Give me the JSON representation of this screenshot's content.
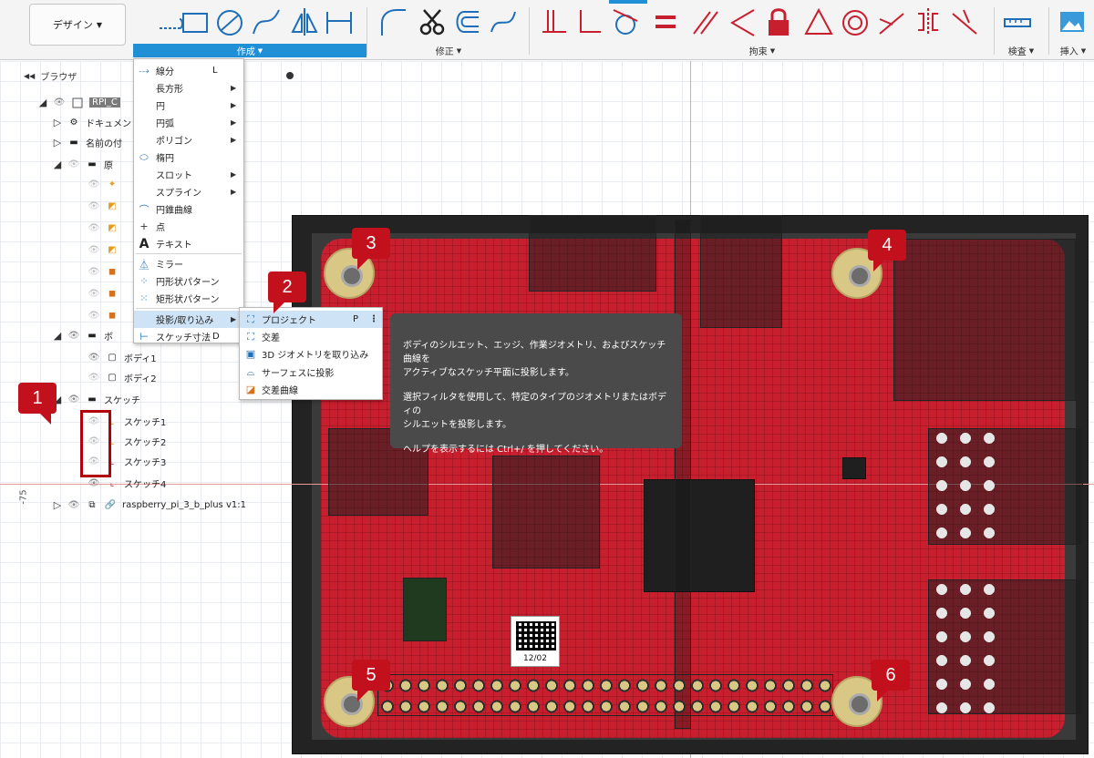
{
  "toolbar": {
    "design_label": "デザイン",
    "groups": {
      "create": "作成",
      "modify": "修正",
      "constraints": "拘束",
      "inspect": "検査",
      "insert": "挿入"
    },
    "accent_color": "#1f8fd6"
  },
  "create_menu": {
    "items": [
      {
        "label": "線分",
        "key": "L",
        "icon": "line-icon"
      },
      {
        "label": "長方形",
        "submenu": true,
        "icon": ""
      },
      {
        "label": "円",
        "submenu": true,
        "icon": ""
      },
      {
        "label": "円弧",
        "submenu": true,
        "icon": ""
      },
      {
        "label": "ポリゴン",
        "submenu": true,
        "icon": ""
      },
      {
        "label": "楕円",
        "icon": "ellipse-icon"
      },
      {
        "label": "スロット",
        "submenu": true,
        "icon": ""
      },
      {
        "label": "スプライン",
        "submenu": true,
        "icon": ""
      },
      {
        "label": "円錐曲線",
        "icon": "conic-icon"
      },
      {
        "label": "点",
        "icon": "point-icon"
      },
      {
        "label": "テキスト",
        "icon": "text-icon"
      },
      {
        "label": "ミラー",
        "icon": "mirror-icon"
      },
      {
        "label": "円形状パターン",
        "icon": "circular-pattern-icon"
      },
      {
        "label": "矩形状パターン",
        "icon": "rectangular-pattern-icon"
      },
      {
        "label": "投影/取り込み",
        "submenu": true,
        "selected": true
      },
      {
        "label": "スケッチ寸法",
        "key": "D",
        "icon": "sketch-dimension-icon"
      }
    ]
  },
  "project_submenu": {
    "items": [
      {
        "label": "プロジェクト",
        "key": "P",
        "selected": true
      },
      {
        "label": "交差"
      },
      {
        "label": "3D ジオメトリを取り込み"
      },
      {
        "label": "サーフェスに投影"
      },
      {
        "label": "交差曲線"
      }
    ]
  },
  "tooltip": {
    "line1": "ボディのシルエット、エッジ、作業ジオメトリ、およびスケッチ曲線を",
    "line2": "アクティブなスケッチ平面に投影します。",
    "line3": "選択フィルタを使用して、特定のタイプのジオメトリまたはボディの",
    "line4": "シルエットを投影します。",
    "line5": "ヘルプを表示するには Ctrl+/ を押してください。"
  },
  "browser": {
    "title": "ブラウザ",
    "rows": [
      {
        "label": "RPI_C"
      },
      {
        "label": "ドキュメント"
      },
      {
        "label": "名前の付"
      },
      {
        "label": "原"
      },
      {
        "label": "ボ"
      },
      {
        "label": "ボディ1"
      },
      {
        "label": "ボディ2"
      },
      {
        "label": "スケッチ"
      },
      {
        "label": "スケッチ1"
      },
      {
        "label": "スケッチ2"
      },
      {
        "label": "スケッチ3"
      },
      {
        "label": "スケッチ4"
      },
      {
        "label": "raspberry_pi_3_b_plus v1:1"
      }
    ]
  },
  "canvas": {
    "axis_value": "-75",
    "qr_label": "12/02"
  },
  "callouts": [
    "1",
    "2",
    "3",
    "4",
    "5",
    "6"
  ]
}
